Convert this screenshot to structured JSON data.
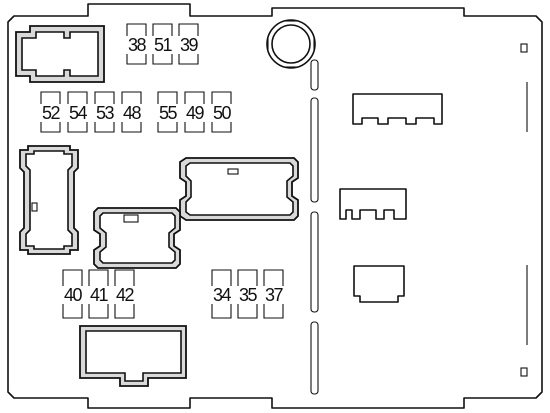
{
  "fuses": {
    "row_top": [
      "38",
      "51",
      "39"
    ],
    "row_middle": [
      "52",
      "54",
      "53",
      "48",
      "55",
      "49",
      "50"
    ],
    "row_bottom_left": [
      "40",
      "41",
      "42"
    ],
    "row_bottom_right": [
      "34",
      "35",
      "37"
    ]
  },
  "colors": {
    "line": "#111111",
    "relay_fill": "#d9d9d9",
    "background": "#ffffff"
  }
}
